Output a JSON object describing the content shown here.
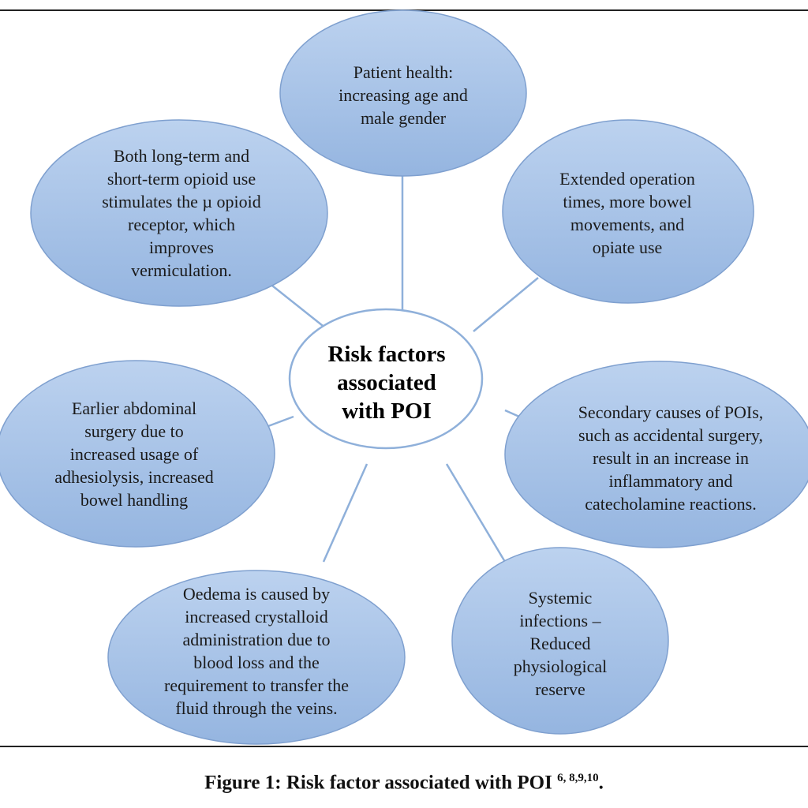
{
  "diagram": {
    "center": "Risk factors\nassociated\nwith POI",
    "nodes": [
      {
        "id": "top",
        "text": "Patient health:\nincreasing age and\nmale gender"
      },
      {
        "id": "top-left",
        "text": "Both long-term and\nshort-term opioid use\nstimulates the µ opioid\nreceptor, which\nimproves\nvermiculation."
      },
      {
        "id": "top-right",
        "text": "Extended operation\ntimes, more bowel\nmovements, and\nopiate use"
      },
      {
        "id": "left",
        "text": "Earlier abdominal\nsurgery due to\nincreased usage of\nadhesiolysis, increased\nbowel handling"
      },
      {
        "id": "right",
        "text": "Secondary causes of POIs,\nsuch as accidental surgery,\nresult in an increase in\ninflammatory and\ncatecholamine reactions."
      },
      {
        "id": "bottom-left",
        "text": "Oedema is caused by\nincreased crystalloid\nadministration due to\nblood loss and the\nrequirement to transfer the\nfluid through the veins."
      },
      {
        "id": "bottom-right",
        "text": "Systemic\ninfections –\nReduced\nphysiological\nreserve"
      }
    ]
  },
  "caption": {
    "text": "Figure 1: Risk factor associated with POI ",
    "refs": "6, 8,9,10",
    "end": "."
  },
  "colors": {
    "fill_top": "#bcd2ef",
    "fill_bottom": "#95b5e0",
    "stroke": "#7fa0cf",
    "line": "#8fb0da"
  }
}
